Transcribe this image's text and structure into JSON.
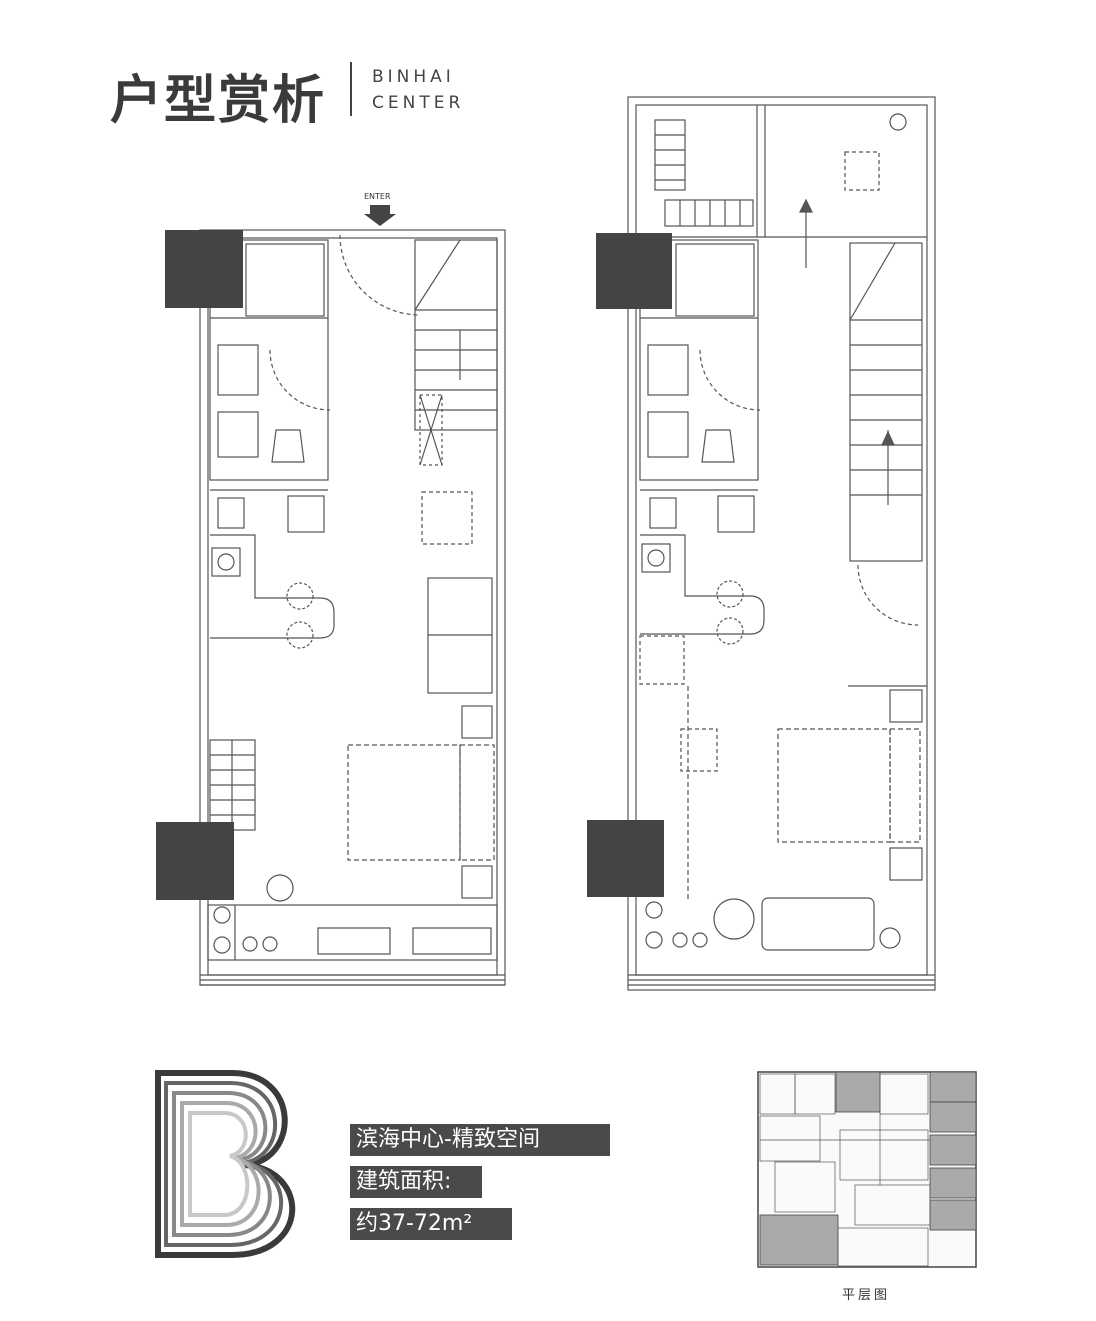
{
  "header": {
    "title": "户型赏析",
    "brand_line1": "BINHAI",
    "brand_line2": "CENTER"
  },
  "plan_lower": {
    "enter_label": "ENTER"
  },
  "unit": {
    "letter": "B",
    "line1": "滨海中心-精致空间",
    "line2": "建筑面积:",
    "line3": "约37-72m²"
  },
  "keyplan": {
    "label": "平层图"
  },
  "colors": {
    "wall": "#444444",
    "line": "#555555",
    "banner": "#4a4a4a",
    "highlight": "#aaaaaa"
  }
}
